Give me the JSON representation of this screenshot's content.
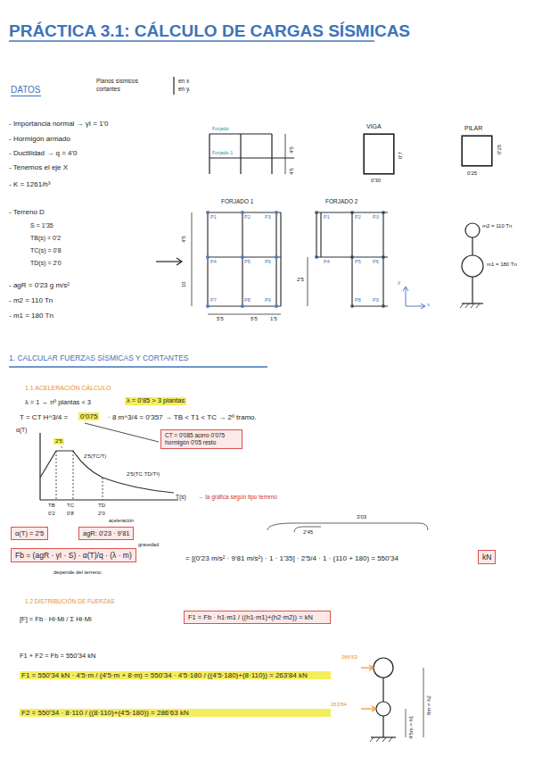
{
  "diagram": {
    "title": "PRÁCTICA 3.1: CÁLCULO DE CARGAS SÍSMICAS",
    "nodes": [
      {
        "text": [
          "VIGA"
        ]
      },
      {
        "text": [
          "PILAR"
        ]
      },
      {
        "text": [
          "CT = 0'085 acero 0'075 hormigón 0'05 resto"
        ]
      },
      {
        "text": [
          "α(T) = 2'5"
        ]
      },
      {
        "text": [
          "agR: 0'23 · 9'81"
        ]
      },
      {
        "text": [
          "Fb = (agR · γI · S) · α(T)/q · (λ · m)"
        ]
      },
      {
        "text": [
          "kN"
        ]
      },
      {
        "text": [
          "F1 = Fb · h1·m1 / ((h1·m1)+(h2·m2)) = kN"
        ]
      }
    ],
    "labels": [
      "DATOS",
      "Planos sísmicos",
      "cortantes",
      "en x",
      "en y.",
      "- Importancia normal → γI = 1'0",
      "- Hormigón armado",
      "- Ductilidad → q = 4'0",
      "- Tenemos el eje X",
      "- K = 1261/h³",
      "- Terreno D",
      "S = 1'35",
      "TB(s) = 0'2",
      "TC(s) = 0'8",
      "TD(s) = 2'0",
      "- agR = 0'23 g m/s²",
      "- m2 = 110 Tn",
      "- m1 = 180 Tn",
      "Forjado",
      "Forjado 1",
      "4'5",
      "4'5",
      "0'7",
      "0'30",
      "0'25",
      "0'25",
      "FORJADO 1",
      "P1",
      "P2",
      "P3",
      "P4",
      "P5",
      "P6",
      "P7",
      "P8",
      "P9",
      "4'5",
      "10",
      "5'5",
      "5'5",
      "1'5",
      "FORJADO 2",
      "P1",
      "P2",
      "P3",
      "P4",
      "P5",
      "P6",
      "P8",
      "P9",
      "2'5",
      "y",
      "x",
      "m2 = 110 Tn",
      "m1 = 180 Tn",
      "1. CALCULAR FUERZAS SÍSMICAS Y CORTANTES",
      "1.1 ACELERACIÓN CÁLCULO",
      "λ = 1 → nº plantas < 3",
      "λ = 0'85 > 3 plantas",
      "T = CT H^3/4 =",
      "0'075",
      "· 8 m^3/4 = 0'357 → TB < T1 < TC → 2º tramo.",
      "α(T)",
      "2'5",
      "2'5(TC/T)",
      "2'5(TC·TD/T²)",
      "TB",
      "TC",
      "TD",
      "0'2",
      "0'8",
      "2'0",
      "T(s)",
      "→ la gráfica según tipo terreno",
      "aceleración",
      "gravedad",
      "2'45",
      "3'03",
      "= [(0'23 m/s² · 9'81 m/s²) · 1 · 1'35] · 2'5/4 · 1 · (110 + 180) = 550'34",
      "depende del terreno",
      "1.2 DISTRIBUCIÓN DE FUERZAS",
      "[F] = Fb · Hi·Mi / Σ Hi·Mi",
      "F1 + F2 = Fb = 550'34 kN",
      "F1 = 550'34 kN · 4'5·m / (4'5·m + 8·m) = 550'34 · 4'5·180 / ((4'5·180)+(8·110)) = 263'84 kN",
      "F2 = 550'34 · 8·110 / ((8·110)+(4'5·180)) = 286'63 kN",
      "286'63",
      "263'84",
      "4'5m = h1",
      "8m = h2"
    ]
  }
}
